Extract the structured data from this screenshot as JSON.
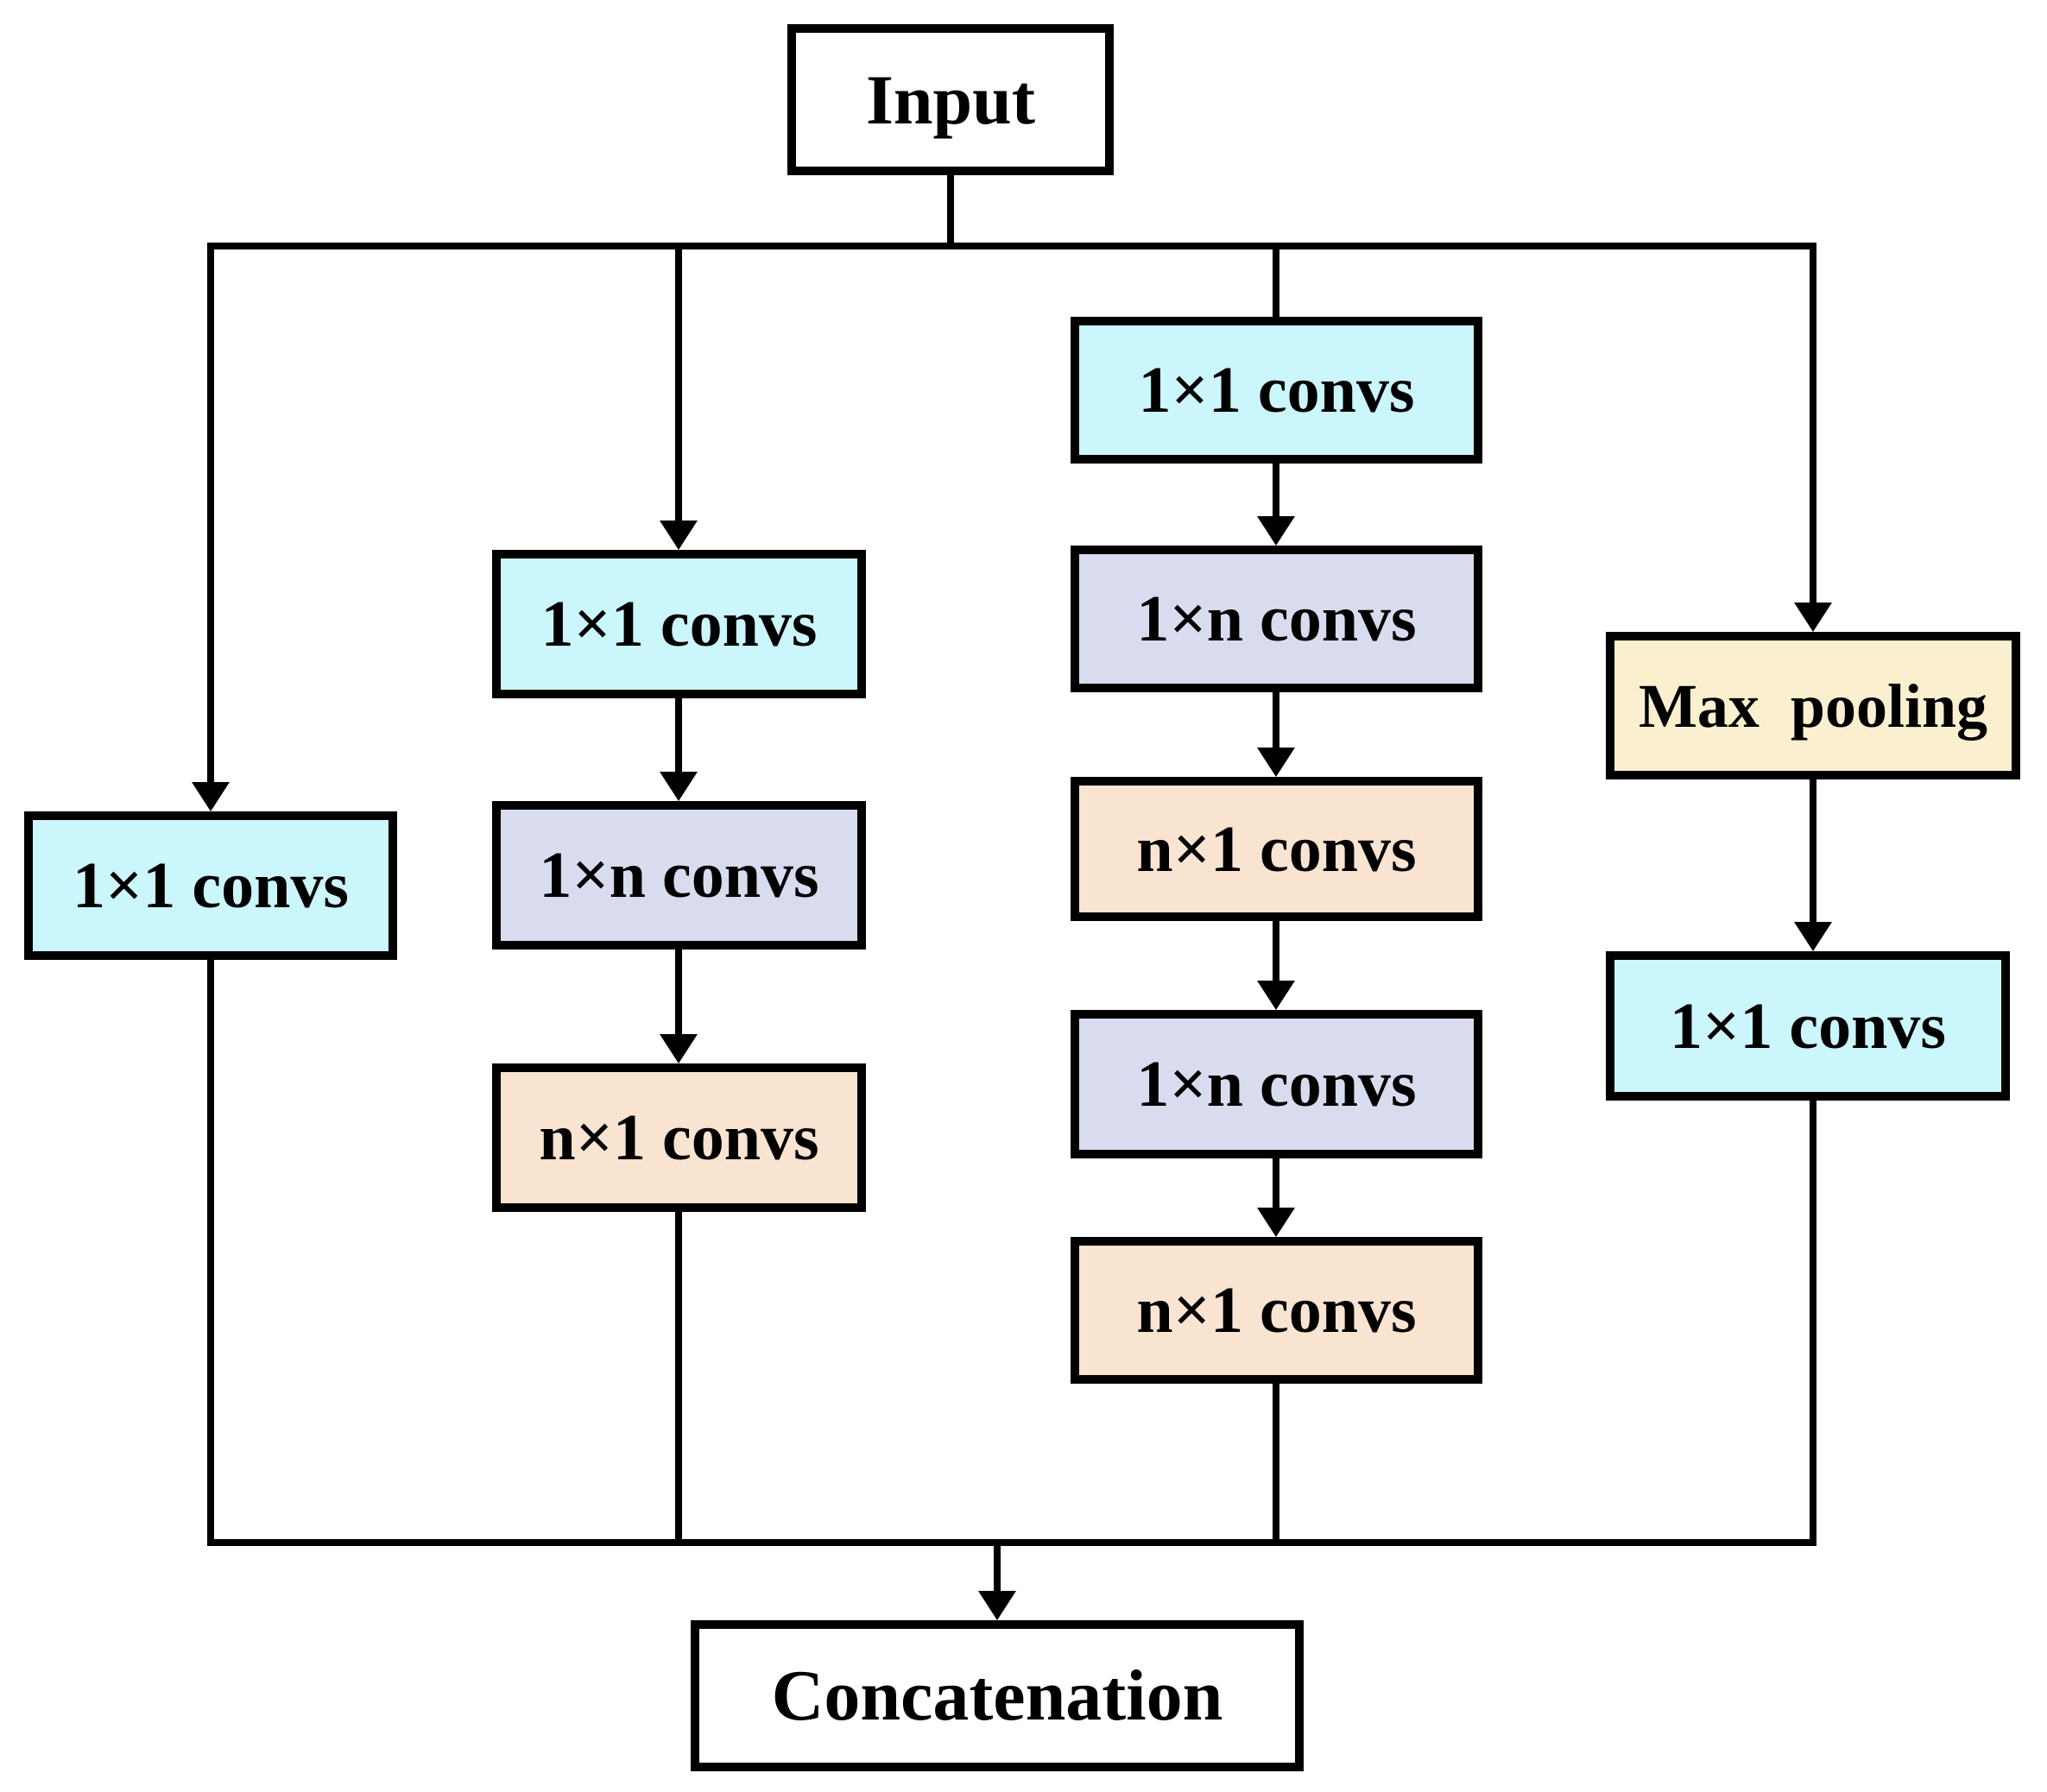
{
  "colors": {
    "conv_1x1_fill": "#cbf6fb",
    "conv_1xn_fill": "#d8dcee",
    "conv_nx1_fill": "#f9e4d1",
    "max_pooling_fill": "#faf0d0",
    "plain_fill": "#ffffff",
    "line": "#000000"
  },
  "nodes": {
    "input": {
      "label": "Input"
    },
    "branch1_conv1": {
      "label": "1×1 convs"
    },
    "branch2_conv1": {
      "label": "1×1 convs"
    },
    "branch2_conv2": {
      "label": "1×n convs"
    },
    "branch2_conv3": {
      "label": "n×1 convs"
    },
    "branch3_conv1": {
      "label": "1×1 convs"
    },
    "branch3_conv2": {
      "label": "1×n convs"
    },
    "branch3_conv3": {
      "label": "n×1 convs"
    },
    "branch3_conv4": {
      "label": "1×n convs"
    },
    "branch3_conv5": {
      "label": "n×1 convs"
    },
    "branch4_pool": {
      "label": "Max  pooling"
    },
    "branch4_conv1": {
      "label": "1×1 convs"
    },
    "concatenation": {
      "label": "Concatenation"
    }
  }
}
